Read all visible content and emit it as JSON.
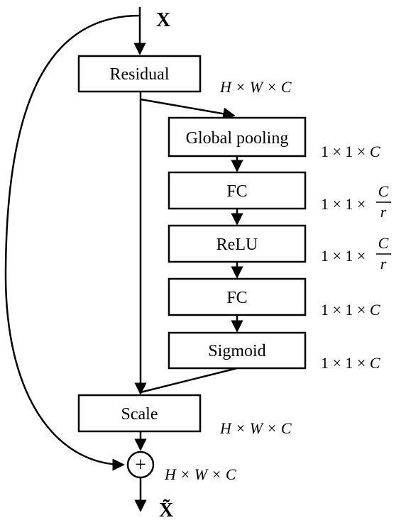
{
  "input_label": "X",
  "output_label": "X̃",
  "blocks": {
    "residual": "Residual",
    "global_pooling": "Global pooling",
    "fc1": "FC",
    "relu": "ReLU",
    "fc2": "FC",
    "sigmoid": "Sigmoid",
    "scale": "Scale"
  },
  "add_symbol": "+",
  "dims": {
    "residual": {
      "prefix": "",
      "math": "H × W × C"
    },
    "global_pooling": {
      "prefix": "1 × 1 × ",
      "math": "C"
    },
    "fc1": {
      "prefix": "1 × 1 × ",
      "num": "C",
      "den": "r"
    },
    "relu": {
      "prefix": "1 × 1 × ",
      "num": "C",
      "den": "r"
    },
    "fc2": {
      "prefix": "1 × 1 × ",
      "math": "C"
    },
    "sigmoid": {
      "prefix": "1 × 1 × ",
      "math": "C"
    },
    "scale": {
      "prefix": "",
      "math": "H × W × C"
    },
    "add": {
      "prefix": "",
      "math": "H × W × C"
    }
  }
}
